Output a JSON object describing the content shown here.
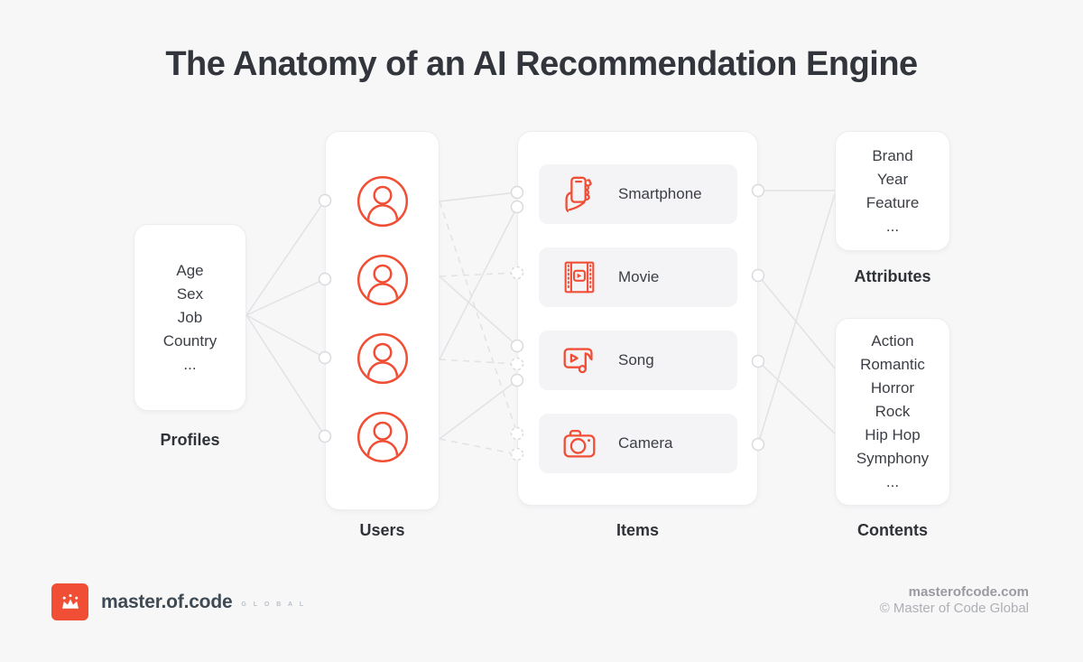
{
  "title": "The Anatomy of an AI Recommendation Engine",
  "colors": {
    "accent": "#F04F36",
    "wire": "#E2E2E5",
    "wire_dot_stroke": "#DADADE",
    "canvas_bg": "#F7F7F8",
    "card_bg": "#F4F4F6",
    "title_text": "#32353B",
    "body_text": "#3B3E44"
  },
  "profiles": {
    "label": "Profiles",
    "items": [
      "Age",
      "Sex",
      "Job",
      "Country",
      "..."
    ]
  },
  "users": {
    "label": "Users",
    "members": [
      "user-1",
      "user-2",
      "user-3",
      "user-4"
    ],
    "icon": "user-icon"
  },
  "items": {
    "label": "Items",
    "cards": [
      {
        "icon": "smartphone-icon",
        "label": "Smartphone"
      },
      {
        "icon": "movie-icon",
        "label": "Movie"
      },
      {
        "icon": "song-icon",
        "label": "Song"
      },
      {
        "icon": "camera-icon",
        "label": "Camera"
      }
    ]
  },
  "attributes": {
    "label": "Attributes",
    "items": [
      "Brand",
      "Year",
      "Feature",
      "..."
    ]
  },
  "contents": {
    "label": "Contents",
    "items": [
      "Action",
      "Romantic",
      "Horror",
      "Rock",
      "Hip Hop",
      "Symphony",
      "..."
    ]
  },
  "connections": {
    "profiles_to_users": [
      {
        "from": "profiles",
        "to": "user-1",
        "style": "solid"
      },
      {
        "from": "profiles",
        "to": "user-2",
        "style": "solid"
      },
      {
        "from": "profiles",
        "to": "user-3",
        "style": "solid"
      },
      {
        "from": "profiles",
        "to": "user-4",
        "style": "solid"
      }
    ],
    "users_to_items": [
      {
        "from": "user-1",
        "to": "smartphone",
        "style": "solid"
      },
      {
        "from": "user-1",
        "to": "camera",
        "style": "dashed"
      },
      {
        "from": "user-2",
        "to": "movie",
        "style": "dashed"
      },
      {
        "from": "user-2",
        "to": "song",
        "style": "solid"
      },
      {
        "from": "user-3",
        "to": "smartphone",
        "style": "solid"
      },
      {
        "from": "user-3",
        "to": "song",
        "style": "dashed"
      },
      {
        "from": "user-4",
        "to": "song",
        "style": "solid"
      },
      {
        "from": "user-4",
        "to": "camera",
        "style": "dashed"
      }
    ],
    "items_to_feature_boxes": [
      {
        "from": "smartphone",
        "to": "attributes",
        "style": "solid"
      },
      {
        "from": "camera",
        "to": "attributes",
        "style": "solid"
      },
      {
        "from": "movie",
        "to": "contents",
        "style": "solid"
      },
      {
        "from": "song",
        "to": "contents",
        "style": "solid"
      }
    ]
  },
  "footer": {
    "logo_text": "master.of.code",
    "logo_suffix": "G L O B A L",
    "website": "masterofcode.com",
    "copyright": "© Master of Code Global"
  }
}
